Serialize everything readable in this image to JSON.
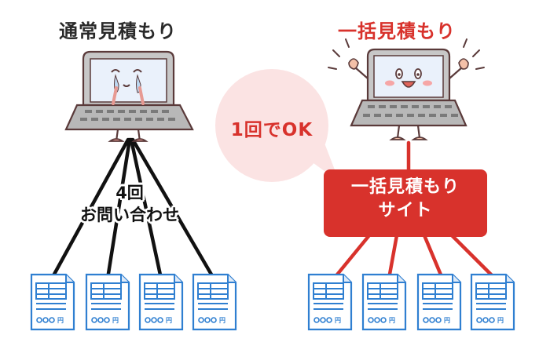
{
  "left_panel": {
    "title": "通常見積もり",
    "inquiry_line1": "4回",
    "inquiry_line2": "お問い合わせ"
  },
  "right_panel": {
    "title": "一括見積もり",
    "bubble": "1回でOK",
    "site_line1": "一括見積もり",
    "site_line2": "サイト"
  },
  "quote_doc": {
    "amount_text": "○○○円"
  },
  "colors": {
    "accent_red": "#d8322c",
    "bubble_pink": "#fbe3e3",
    "doc_blue": "#2f7fd1",
    "laptop_gray": "#aaaaaa",
    "line_black": "#111111"
  },
  "icons": [
    "laptop-crying-icon",
    "laptop-happy-icon",
    "quote-document-icon"
  ]
}
